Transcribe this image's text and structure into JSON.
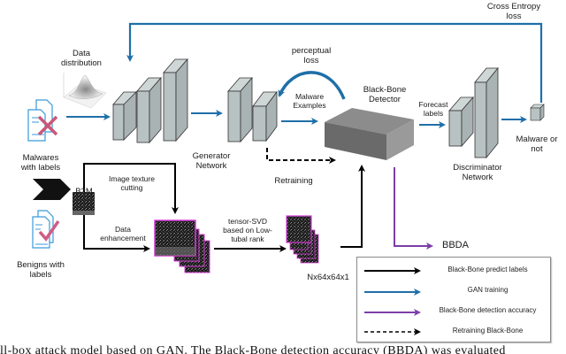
{
  "colors": {
    "gan_training": "#1f6fa8",
    "predict_labels": "#000000",
    "detection_accuracy": "#7b3fa8",
    "image_border": "#d63cd6",
    "layer_fill": "#b9c2c2",
    "detector_fill": "#6e6e6e"
  },
  "labels": {
    "cross_entropy": "Cross Entropy",
    "cross_entropy_2": "loss",
    "data_distribution_1": "Data",
    "data_distribution_2": "distribution",
    "perceptual_1": "perceptual",
    "perceptual_2": "loss",
    "malware_examples_1": "Malware",
    "malware_examples_2": "Examples",
    "detector_1": "Black-Bone",
    "detector_2": "Detector",
    "forecast_1": "Forecast",
    "forecast_2": "labels",
    "malware_or_not_1": "Malware or",
    "malware_or_not_2": "not",
    "malwares_labels_1": "Malwares",
    "malwares_labels_2": "with labels",
    "generator_1": "Generator",
    "generator_2": "Network",
    "discriminator_1": "Discriminator",
    "discriminator_2": "Network",
    "retraining": "Retraining",
    "b2m": "B2M",
    "texture_1": "Image texture",
    "texture_2": "cutting",
    "enhance_1": "Data",
    "enhance_2": "enhancement",
    "tsvd_1": "tensor-SVD",
    "tsvd_2": "based on Low-",
    "tsvd_3": "tubal rank",
    "benigns_1": "Benigns with",
    "benigns_2": "labels",
    "shape": "Nx64x64x1",
    "bbda": "BBDA"
  },
  "legend": [
    {
      "style": "solid-black",
      "label": "Black-Bone predict labels"
    },
    {
      "style": "solid-blue",
      "label": "GAN training"
    },
    {
      "style": "solid-purple",
      "label": "Black-Bone detection accuracy"
    },
    {
      "style": "dashed-black",
      "label": "Retraining Black-Bone"
    }
  ],
  "caption": "ll-box attack model based on GAN. The Black-Bone detection accuracy (BBDA) was evaluated"
}
